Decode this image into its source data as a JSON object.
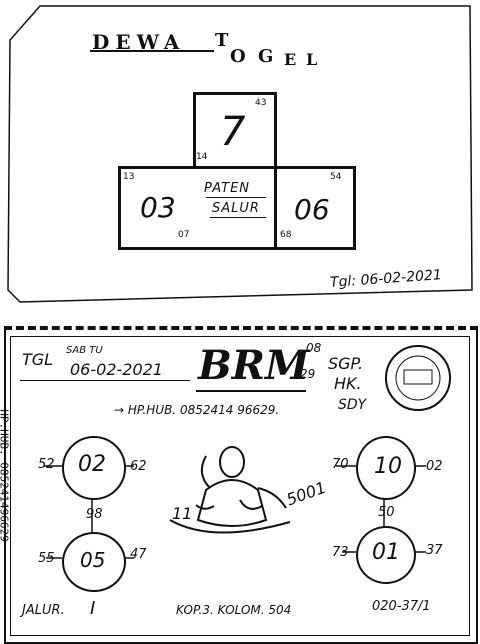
{
  "top_card": {
    "brand_parts": [
      "DEWA",
      "T",
      "O",
      "G",
      "E",
      "L"
    ],
    "center_number": "7",
    "left_number": "03",
    "right_number": "06",
    "middle_label_1": "PATEN",
    "middle_label_2": "SALUR",
    "corner_top_right": "43",
    "corner_center_left": "14",
    "corner_left_top": "13",
    "corner_left_bottom": "07",
    "corner_right_top": "54",
    "corner_right_bottom": "68",
    "date": "Tgl: 06-02-2021"
  },
  "bottom_card": {
    "tgl_label": "TGL",
    "day": "SAB TU",
    "date": "06-02-2021",
    "logo": "BRM",
    "small_num_1": "08",
    "small_num_2": "29",
    "markets_1": "SGP.",
    "markets_2": "HK.",
    "markets_3": "SDY",
    "hp_line": "→ HP.HUB. 0852414 96629.",
    "vertical_hp": "HP.HUB. 085241496629",
    "circle_left_top": {
      "center": "02",
      "left": "52",
      "right": "62",
      "below": "98"
    },
    "circle_left_bottom": {
      "center": "05",
      "left": "55",
      "right": "47"
    },
    "circle_right_top": {
      "center": "10",
      "left": "70",
      "right": "02",
      "below": "50"
    },
    "circle_right_bottom": {
      "center": "01",
      "left": "73",
      "right": "37"
    },
    "figure_left_num": "11",
    "figure_right_num": "5001",
    "jalur_label": "JALUR.",
    "jalur_value": "I",
    "kop_label": "KOP.3. KOLOM. 504",
    "bottom_right": "020-37/1"
  }
}
